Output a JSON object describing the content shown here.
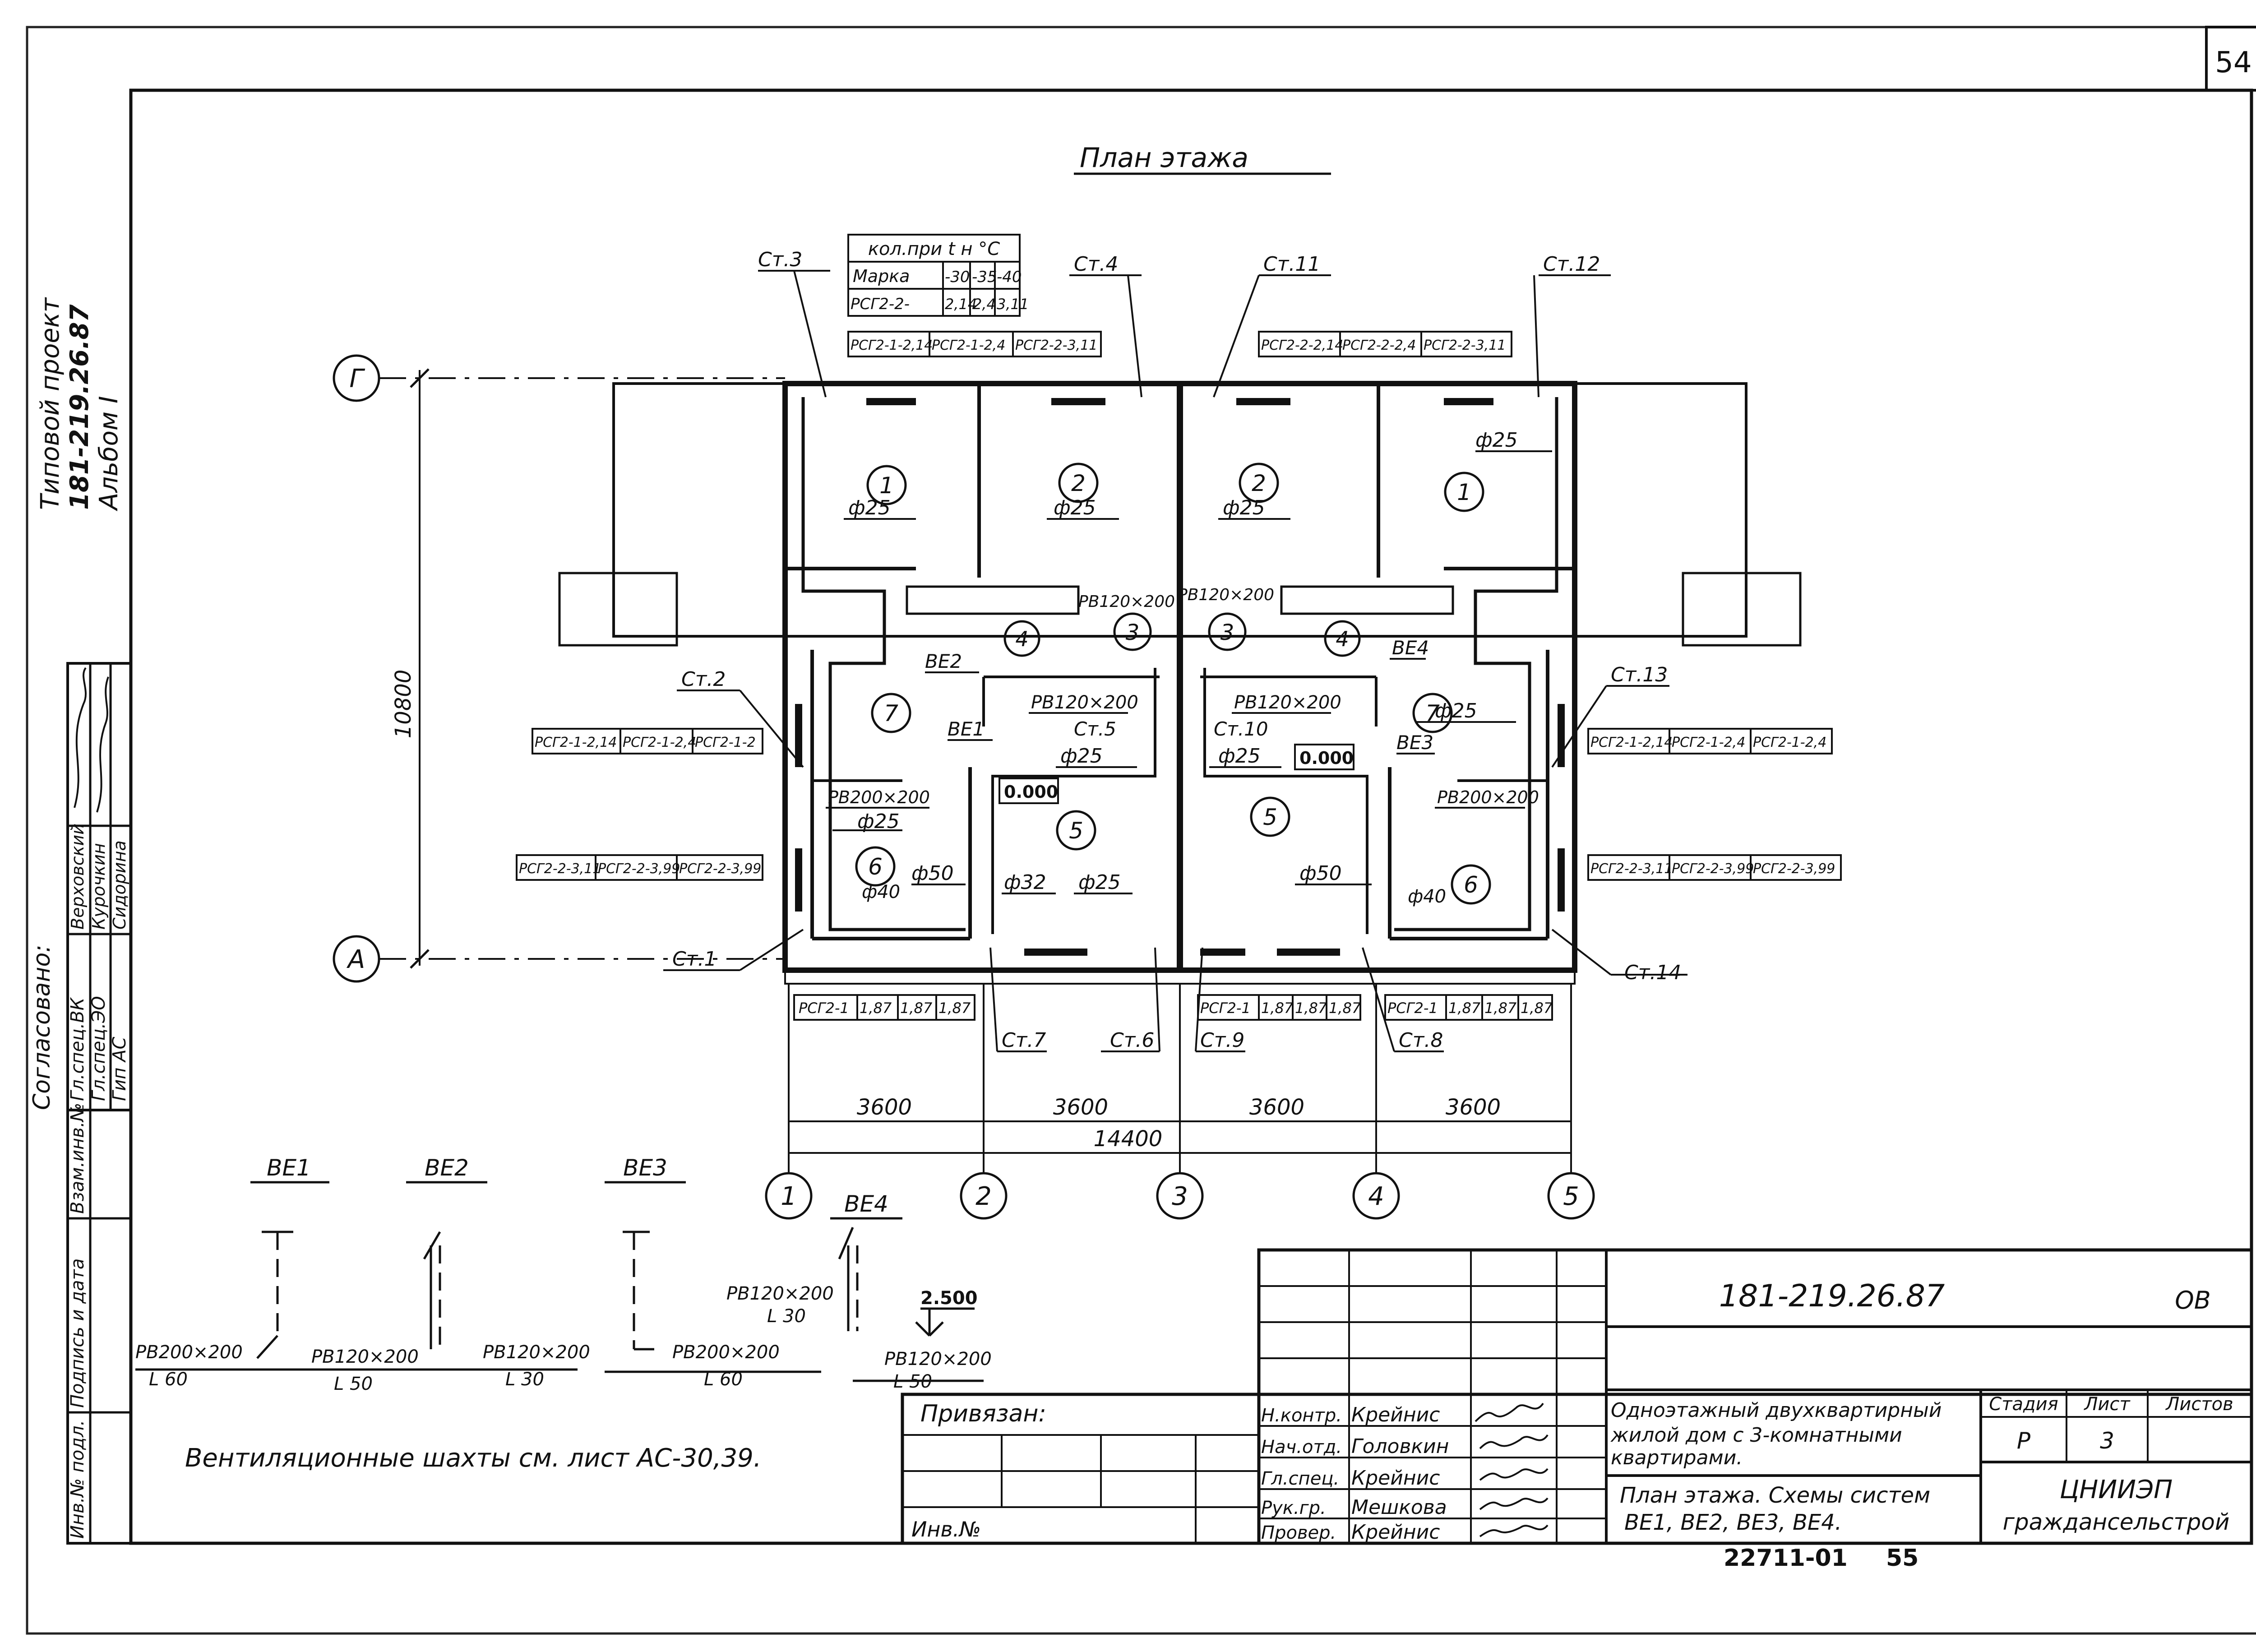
{
  "sheet_number": "54",
  "plan_title": "План этажа",
  "side_stamp": {
    "project_lines": [
      "Типовой проект",
      "181-219.26.87",
      "Альбом I"
    ],
    "agreed": "Согласовано:",
    "rows": [
      {
        "role": "Гл.спец.ВК",
        "name": "Верховский"
      },
      {
        "role": "Гл.спец.ЭО",
        "name": "Курочкин"
      },
      {
        "role": "Гип АС",
        "name": "Сидорина"
      }
    ],
    "cells": [
      "Взам.инв.№",
      "Подпись и дата",
      "Инв.№ подл."
    ]
  },
  "table_tn": {
    "header": "кол.при t н °С",
    "row1": [
      "Марка",
      "-30",
      "-35",
      "-40"
    ],
    "row2": [
      "РСГ2-2-",
      "2,14",
      "2,4",
      "3,11"
    ]
  },
  "risers": {
    "st3": "Ст.3",
    "st4": "Ст.4",
    "st11": "Ст.11",
    "st12": "Ст.12",
    "st2": "Ст.2",
    "st13": "Ст.13",
    "st1": "Ст.1",
    "st14": "Ст.14",
    "st5": "Ст.5",
    "st10": "Ст.10",
    "st7": "Ст.7",
    "st6": "Ст.6",
    "st9": "Ст.9",
    "st8": "Ст.8"
  },
  "radiator_labels": {
    "top_left": [
      "РСГ2-1-2,14",
      "РСГ2-1-2,4",
      "РСГ2-2-3,11"
    ],
    "top_right": [
      "РСГ2-2-2,14",
      "РСГ2-2-2,4",
      "РСГ2-2-3,11"
    ],
    "mid_left": [
      "РСГ2-1-2,14",
      "РСГ2-1-2,4",
      "РСГ2-1-2"
    ],
    "mid_right": [
      "РСГ2-1-2,14",
      "РСГ2-1-2,4",
      "РСГ2-1-2,4"
    ],
    "low_left": [
      "РСГ2-2-3,11",
      "РСГ2-2-3,99",
      "РСГ2-2-3,99"
    ],
    "low_right": [
      "РСГ2-2-3,11",
      "РСГ2-2-3,99",
      "РСГ2-2-3,99"
    ],
    "bottom_1": [
      "РСГ2-1",
      "1,87",
      "1,87",
      "1,87"
    ],
    "bottom_2": [
      "РСГ2-1",
      "1,87",
      "1,87",
      "1,87"
    ],
    "bottom_3": [
      "РСГ2-1",
      "1,87",
      "1,87",
      "1,87"
    ]
  },
  "pipes": {
    "d25": "ф25",
    "d32": "ф32",
    "d40": "ф40",
    "d50": "ф50"
  },
  "grilles": {
    "rb120": "РВ120×200",
    "rb200": "РВ200×200"
  },
  "vents": {
    "ve1": "ВЕ1",
    "ve2": "ВЕ2",
    "ve3": "ВЕ3",
    "ve4": "ВЕ4"
  },
  "level": "0.000",
  "rooms": [
    "1",
    "2",
    "3",
    "4",
    "5",
    "6",
    "7"
  ],
  "axes": {
    "g": "Г",
    "a": "А",
    "n1": "1",
    "n2": "2",
    "n3": "3",
    "n4": "4",
    "n5": "5"
  },
  "dims": {
    "d3600": "3600",
    "d14400": "14400",
    "d10800": "10800"
  },
  "schemes": {
    "ve1": {
      "title": "ВЕ1",
      "grille": "РВ200×200",
      "len": "L 60"
    },
    "ve2": {
      "title": "ВЕ2",
      "grille": "РВ120×200",
      "len": "L 50"
    },
    "ve3": {
      "title": "ВЕ3",
      "grille": "РВ120×200",
      "len": "L 30",
      "grille2": "РВ200×200",
      "len2": "L 60"
    },
    "ve4": {
      "title": "ВЕ4",
      "grille": "РВ120×200",
      "len": "L 30",
      "grille2": "РВ120×200",
      "len2": "L 50",
      "level": "2.500"
    }
  },
  "note": "Вентиляционные шахты см. лист АС-30,39.",
  "title_block": {
    "bound": "Привязан:",
    "inv": "Инв.№",
    "code": "181-219.26.87",
    "mark": "ОВ",
    "roles": [
      {
        "role": "Н.контр.",
        "name": "Крейнис"
      },
      {
        "role": "Нач.отд.",
        "name": "Головкин"
      },
      {
        "role": "Гл.спец.",
        "name": "Крейнис"
      },
      {
        "role": "Рук.гр.",
        "name": "Мешкова"
      },
      {
        "role": "Провер.",
        "name": "Крейнис"
      }
    ],
    "description": [
      "Одноэтажный двухквартирный",
      "жилой дом с 3-комнатными",
      "квартирами."
    ],
    "sheet_title": [
      "План этажа. Схемы систем",
      "ВЕ1, ВЕ2, ВЕ3, ВЕ4."
    ],
    "stage_h": "Стадия",
    "sheet_h": "Лист",
    "sheets_h": "Листов",
    "stage": "Р",
    "sheet": "3",
    "org": [
      "ЦНИИЭП",
      "граждансельстрой"
    ],
    "footer_code": "22711-01",
    "footer_page": "55"
  }
}
